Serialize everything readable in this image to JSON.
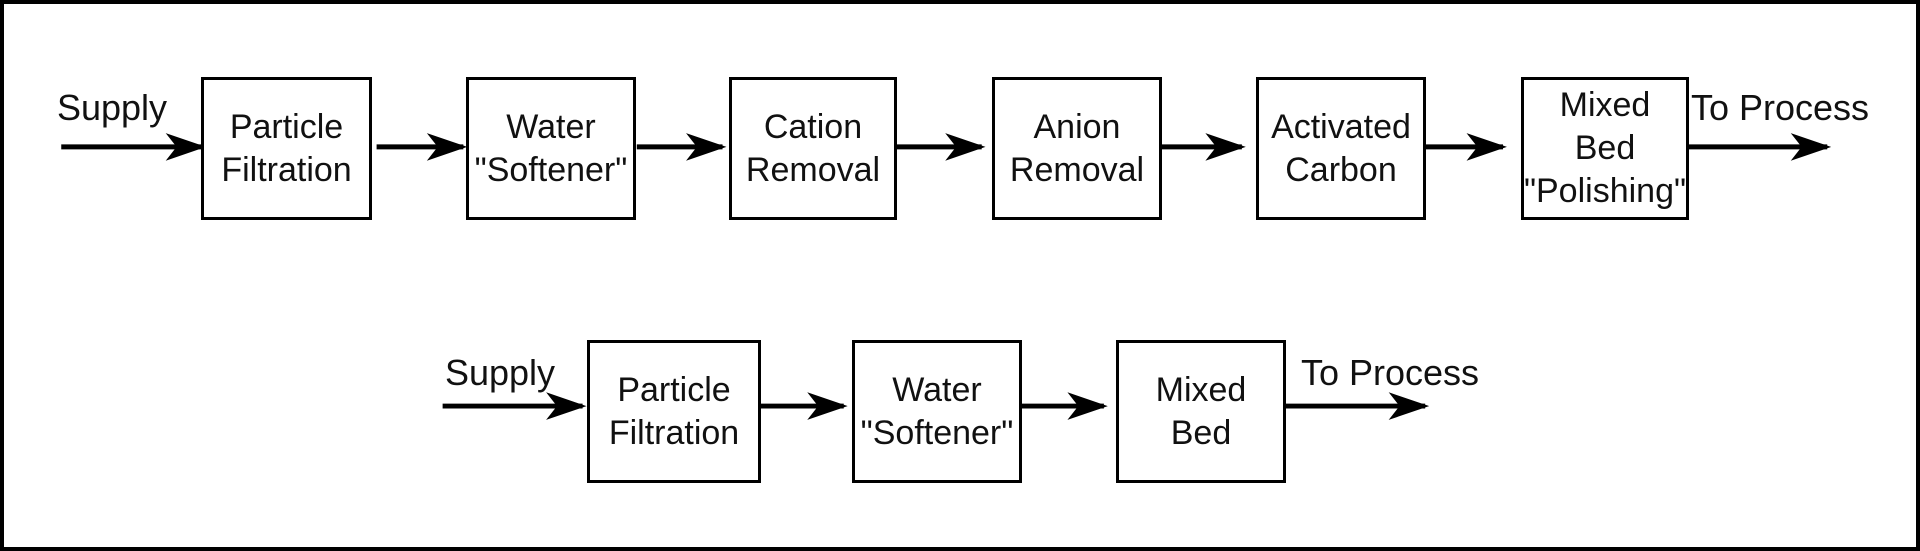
{
  "colors": {
    "line": "#000000",
    "box_border": "#000000",
    "text": "#111111",
    "background": "#ffffff"
  },
  "diagram": {
    "description_type": "process-flow-diagram",
    "rows": [
      {
        "supply_label": "Supply",
        "to_process_label": "To Process",
        "boxes": [
          {
            "label": "Particle\nFiltration"
          },
          {
            "label": "Water\n\"Softener\""
          },
          {
            "label": "Cation\nRemoval"
          },
          {
            "label": "Anion\nRemoval"
          },
          {
            "label": "Activated\nCarbon"
          },
          {
            "label": "Mixed\nBed\n\"Polishing\""
          }
        ]
      },
      {
        "supply_label": "Supply",
        "to_process_label": "To Process",
        "boxes": [
          {
            "label": "Particle\nFiltration"
          },
          {
            "label": "Water\n\"Softener\""
          },
          {
            "label": "Mixed\nBed"
          }
        ]
      }
    ]
  }
}
